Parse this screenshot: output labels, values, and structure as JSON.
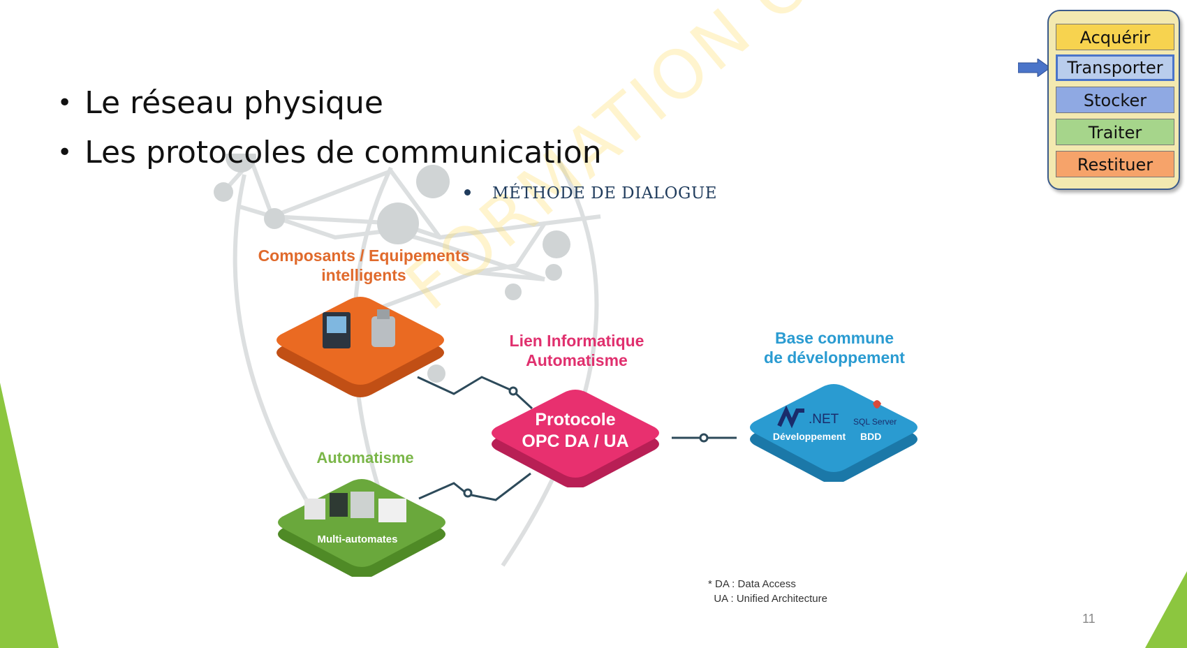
{
  "bullets": [
    "Le réseau physique",
    "Les protocoles de communication"
  ],
  "method_heading": "MÉTHODE DE DIALOGUE",
  "watermark": "FORMATION OUEST",
  "diagram": {
    "smart_devices_label": [
      "Composants / Equipements",
      "intelligents"
    ],
    "link_label": [
      "Lien Informatique",
      "Automatisme"
    ],
    "base_label": [
      "Base commune",
      "de développement"
    ],
    "automation_label": "Automatisme",
    "protocol_tile": [
      "Protocole",
      "OPC DA / UA"
    ],
    "automation_tile": "Multi-automates",
    "base_tile": {
      "net_logo": ".NET",
      "net_caption": "Développement",
      "sql_logo": "SQL Server",
      "sql_caption": "BDD"
    }
  },
  "footnote": [
    "* DA : Data Access",
    "  UA : Unified Architecture"
  ],
  "page_number": "11",
  "steps": [
    {
      "label": "Acquérir",
      "color": "#f7d34f"
    },
    {
      "label": "Transporter",
      "color": "#b9cdec"
    },
    {
      "label": "Stocker",
      "color": "#8fa9e3"
    },
    {
      "label": "Traiter",
      "color": "#a6d58b"
    },
    {
      "label": "Restituer",
      "color": "#f6a36a"
    }
  ],
  "active_step": "Transporter",
  "colors": {
    "orange": "#ea6a22",
    "pink": "#e8306f",
    "blue": "#2a9bd1",
    "green": "#6aa83c",
    "accent_green": "#8cc63f",
    "arrow": "#4a74c9"
  }
}
